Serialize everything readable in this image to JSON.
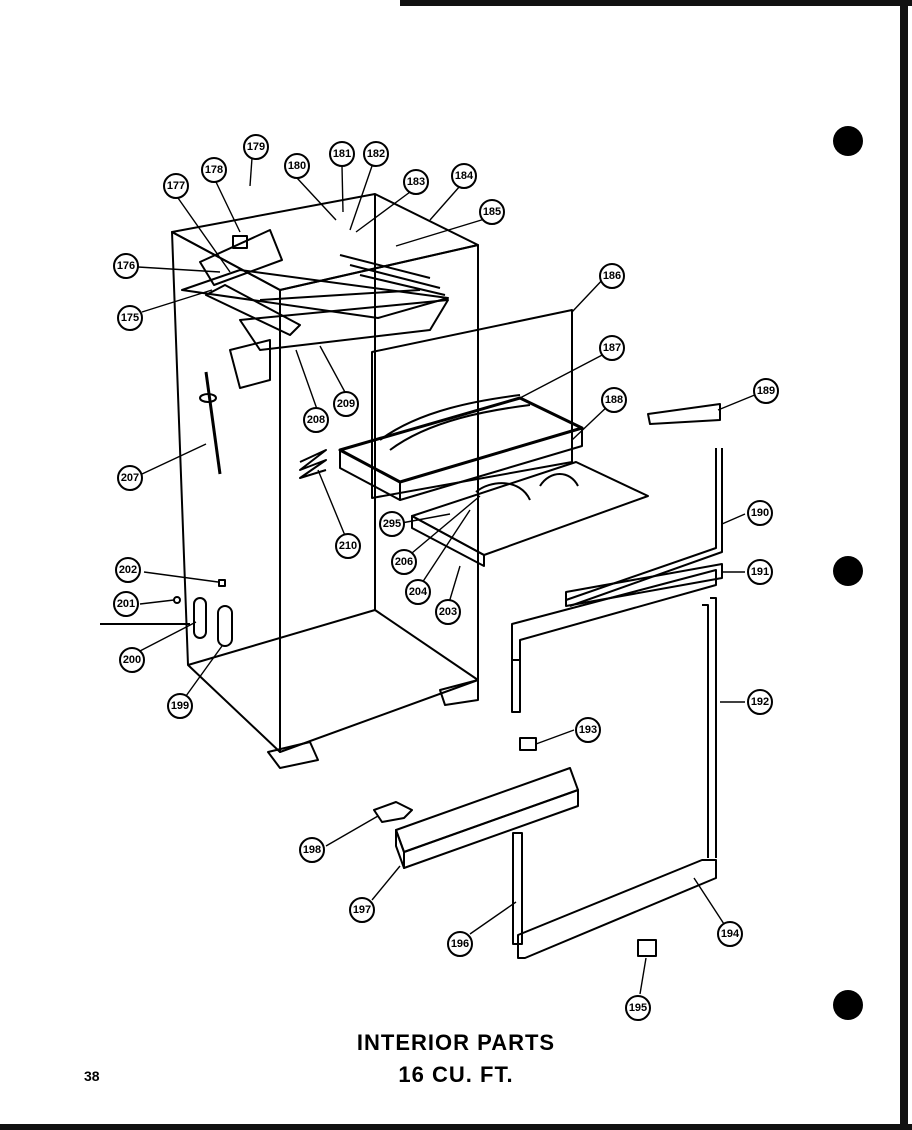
{
  "caption": {
    "line1": "INTERIOR PARTS",
    "line2": "16 CU. FT."
  },
  "page_number": "38",
  "callouts": [
    "179",
    "178",
    "177",
    "180",
    "181",
    "182",
    "183",
    "184",
    "185",
    "176",
    "175",
    "186",
    "187",
    "188",
    "189",
    "208",
    "209",
    "207",
    "210",
    "295",
    "206",
    "204",
    "203",
    "190",
    "191",
    "202",
    "201",
    "200",
    "199",
    "192",
    "193",
    "198",
    "197",
    "196",
    "194",
    "195"
  ]
}
